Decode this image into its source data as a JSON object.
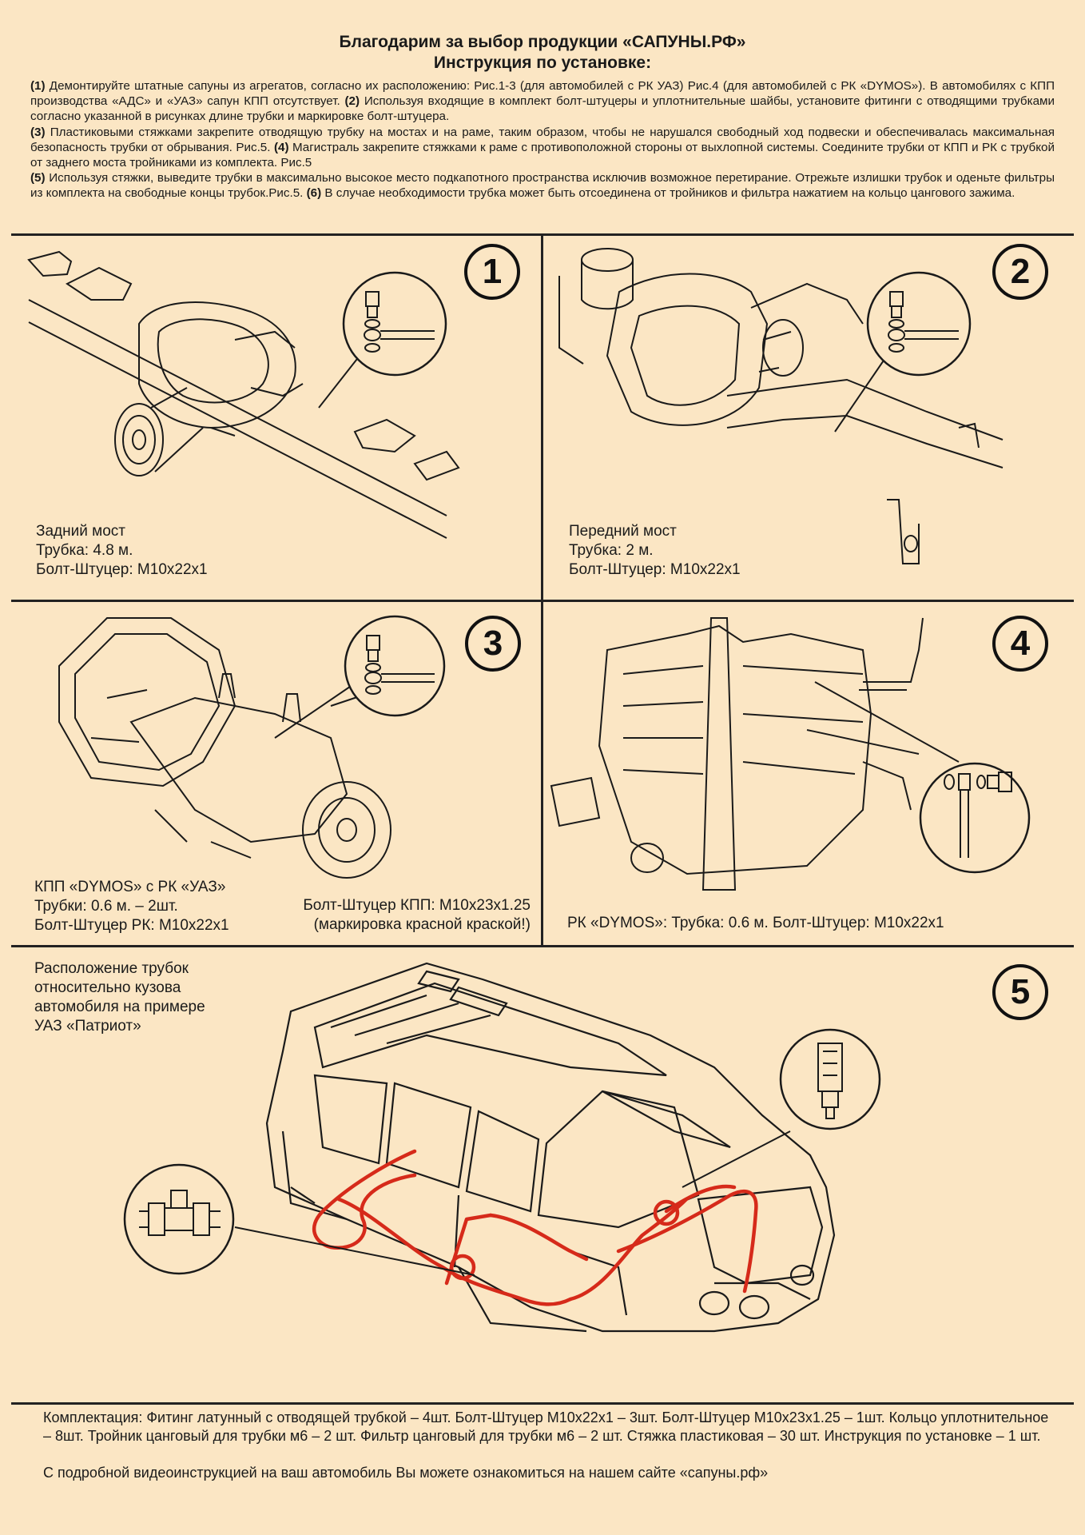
{
  "header": {
    "title": "Благодарим за выбор продукции «САПУНЫ.РФ»",
    "subtitle": "Инструкция по установке:",
    "steps": [
      {
        "num": "(1)",
        "text": " Демонтируйте штатные сапуны из агрегатов, согласно их расположению: Рис.1-3 (для автомобилей с РК УАЗ) Рис.4 (для автомобилей с РК «DYMOS»). В автомобилях с КПП производства «АДС» и «УАЗ» сапун КПП отсутствует. "
      },
      {
        "num": "(2)",
        "text": " Используя входящие в комплект болт-штуцеры и уплотнительные шайбы, установите фитинги с отводящими трубками согласно указанной в рисунках длине трубки и маркировке болт-штуцера. "
      },
      {
        "num": "(3)",
        "text": " Пластиковыми стяжками закрепите отводящую трубку на мостах и на раме, таким образом, чтобы не нарушался свободный ход подвески и обеспечивалась максимальная безопасность трубки от обрывания. Рис.5. "
      },
      {
        "num": "(4)",
        "text": " Магистраль закрепите стяжками к раме с противоположной стороны от выхлопной системы. Соедините трубки от КПП и РК с трубкой от заднего моста тройниками из комплекта. Рис.5 "
      },
      {
        "num": "(5)",
        "text": " Используя стяжки, выведите трубки в максимально высокое место подкапотного пространства исключив возможное перетирание. Отрежьте излишки трубок и оденьте фильтры из комплекта на свободные концы трубок.Рис.5. "
      },
      {
        "num": "(6)",
        "text": " В случае необходимости трубка может быть отсоединена от тройников и фильтра нажатием на кольцо цангового зажима."
      }
    ]
  },
  "panels": {
    "p1": {
      "num": "1",
      "lines": [
        "Задний мост",
        "Трубка: 4.8 м.",
        "Болт-Штуцер: M10x22x1"
      ]
    },
    "p2": {
      "num": "2",
      "lines": [
        "Передний мост",
        "Трубка: 2 м.",
        "Болт-Штуцер: M10x22x1"
      ]
    },
    "p3": {
      "num": "3",
      "lines": [
        "КПП «DYMOS» с РК «УАЗ»",
        "Трубки: 0.6 м. – 2шт.",
        "Болт-Штуцер РК: M10x22x1"
      ],
      "right_lines": [
        "Болт-Штуцер КПП: M10x23x1.25",
        "(маркировка красной краской!)"
      ]
    },
    "p4": {
      "num": "4",
      "line": "РК «DYMOS»: Трубка: 0.6 м. Болт-Штуцер: M10x22x1"
    },
    "p5": {
      "num": "5",
      "lines": [
        "Расположение трубок",
        "относительно кузова",
        "автомобиля на примере",
        "УАЗ «Патриот»"
      ]
    }
  },
  "footer": {
    "kit": "Комплектация: Фитинг латунный с отводящей трубкой – 4шт. Болт-Штуцер M10x22x1 – 3шт. Болт-Штуцер M10x23x1.25 – 1шт. Кольцо уплотнительное – 8шт. Тройник цанговый для трубки м6 – 2 шт. Фильтр цанговый для трубки м6 – 2 шт. Стяжка пластиковая – 30 шт. Инструкция по установке – 1 шт.",
    "site": "С подробной видеоинструкцией на ваш автомобиль Вы можете ознакомиться на нашем сайте «сапуны.рф»"
  },
  "colors": {
    "background": "#fbe6c4",
    "line": "#222222",
    "hose": "#d62a1a"
  },
  "icons": [
    "rear-axle-drawing",
    "front-axle-drawing",
    "gearbox-drawing",
    "transfer-case-drawing",
    "suv-body-drawing",
    "bolt-fitting-detail",
    "tee-connector-detail",
    "filter-detail"
  ]
}
